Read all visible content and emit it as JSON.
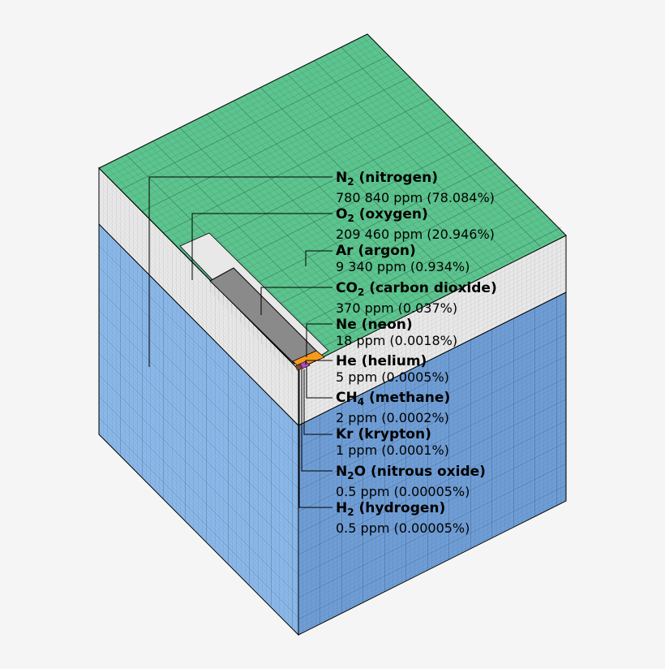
{
  "colors": {
    "nitrogen": "#5cc48e",
    "other_gases": "#e8e8e8",
    "argon_face": "#8ab8e8",
    "argon_face_dark": "#6f9ed6",
    "carbon_dioxide": "#8a8a8a",
    "neon": "#f59a1e",
    "helium": "#b04ac0",
    "methane": "#7a4a2a"
  },
  "gases": [
    {
      "name_pre": "N",
      "name_sub": "2",
      "name_post": " (nitrogen)",
      "value": "780 840 ppm (78.084%)"
    },
    {
      "name_pre": "O",
      "name_sub": "2",
      "name_post": " (oxygen)",
      "value": "209 460 ppm (20.946%)"
    },
    {
      "name_pre": "Ar (argon)",
      "name_sub": "",
      "name_post": "",
      "value": "9 340 ppm (0.934%)"
    },
    {
      "name_pre": "CO",
      "name_sub": "2",
      "name_post": " (carbon dioxide)",
      "value": "370 ppm (0.037%)"
    },
    {
      "name_pre": "Ne (neon)",
      "name_sub": "",
      "name_post": "",
      "value": "18 ppm (0.0018%)"
    },
    {
      "name_pre": "He (helium)",
      "name_sub": "",
      "name_post": "",
      "value": "5 ppm (0.0005%)"
    },
    {
      "name_pre": "CH",
      "name_sub": "4",
      "name_post": " (methane)",
      "value": "2 ppm (0.0002%)"
    },
    {
      "name_pre": "Kr (krypton)",
      "name_sub": "",
      "name_post": "",
      "value": "1 ppm (0.0001%)"
    },
    {
      "name_pre": "N",
      "name_sub": "2",
      "name_post": "O (nitrous oxide)",
      "value": "0.5 ppm (0.00005%)"
    },
    {
      "name_pre": "H",
      "name_sub": "2",
      "name_post": " (hydrogen)",
      "value": "0.5 ppm (0.00005%)"
    }
  ]
}
